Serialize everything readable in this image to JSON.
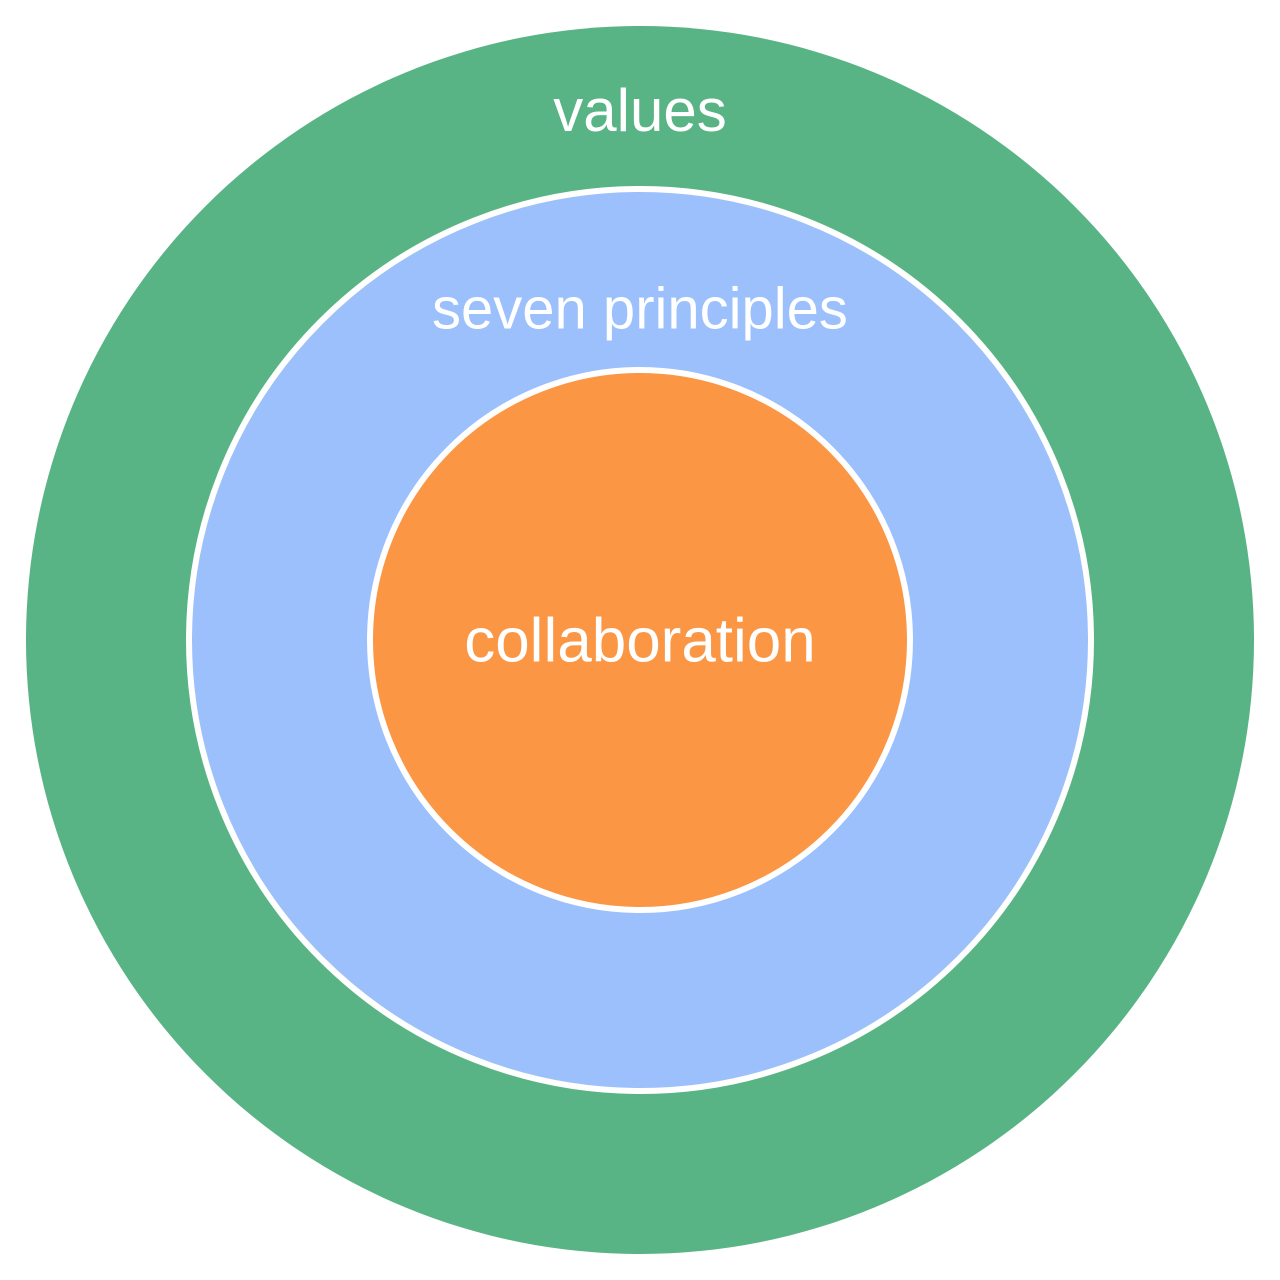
{
  "diagram": {
    "layers": [
      {
        "id": "outer",
        "label": "values",
        "color": "#58B485"
      },
      {
        "id": "middle",
        "label": "seven principles",
        "color": "#9BC0FC"
      },
      {
        "id": "inner",
        "label": "collaboration",
        "color": "#FB9644"
      }
    ],
    "ring_border_color": "#FFFFFF",
    "label_color": "#FFFFFF"
  }
}
